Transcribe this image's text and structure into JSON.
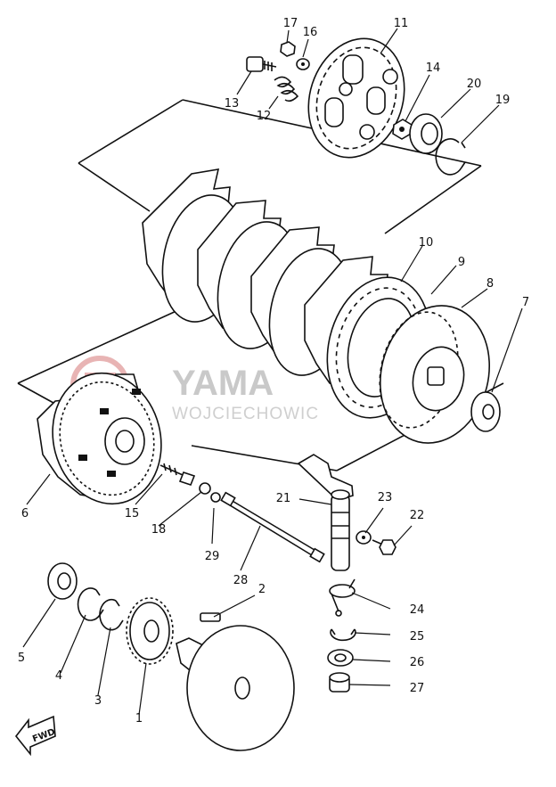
{
  "watermark": {
    "brand": "YAMA",
    "subtitle": "WOJCIECHOWIC",
    "color_logo": "#e8b4b4",
    "color_text": "#c9c9c9"
  },
  "direction_badge": {
    "label": "FWD",
    "icon": "forward-arrow-icon"
  },
  "parts": [
    {
      "number": "1",
      "part": "primary-drive-gear"
    },
    {
      "number": "2",
      "part": "key"
    },
    {
      "number": "3",
      "part": "circlip"
    },
    {
      "number": "4",
      "part": "circlip"
    },
    {
      "number": "5",
      "part": "oil-seal"
    },
    {
      "number": "6",
      "part": "primary-driven-gear-clutch-housing"
    },
    {
      "number": "7",
      "part": "lock-washer"
    },
    {
      "number": "8",
      "part": "clutch-boss"
    },
    {
      "number": "9",
      "part": "friction-plate"
    },
    {
      "number": "10",
      "part": "clutch-plate"
    },
    {
      "number": "11",
      "part": "pressure-plate"
    },
    {
      "number": "12",
      "part": "clutch-spring"
    },
    {
      "number": "13",
      "part": "screw"
    },
    {
      "number": "14",
      "part": "nut"
    },
    {
      "number": "15",
      "part": "push-rod"
    },
    {
      "number": "16",
      "part": "washer"
    },
    {
      "number": "17",
      "part": "nut"
    },
    {
      "number": "18",
      "part": "ball"
    },
    {
      "number": "19",
      "part": "circlip"
    },
    {
      "number": "20",
      "part": "bearing"
    },
    {
      "number": "21",
      "part": "push-lever-shaft"
    },
    {
      "number": "22",
      "part": "bolt"
    },
    {
      "number": "23",
      "part": "washer"
    },
    {
      "number": "24",
      "part": "return-spring"
    },
    {
      "number": "25",
      "part": "circlip"
    },
    {
      "number": "26",
      "part": "oil-seal"
    },
    {
      "number": "27",
      "part": "bush"
    },
    {
      "number": "28",
      "part": "push-rod"
    },
    {
      "number": "29",
      "part": "ball"
    }
  ]
}
